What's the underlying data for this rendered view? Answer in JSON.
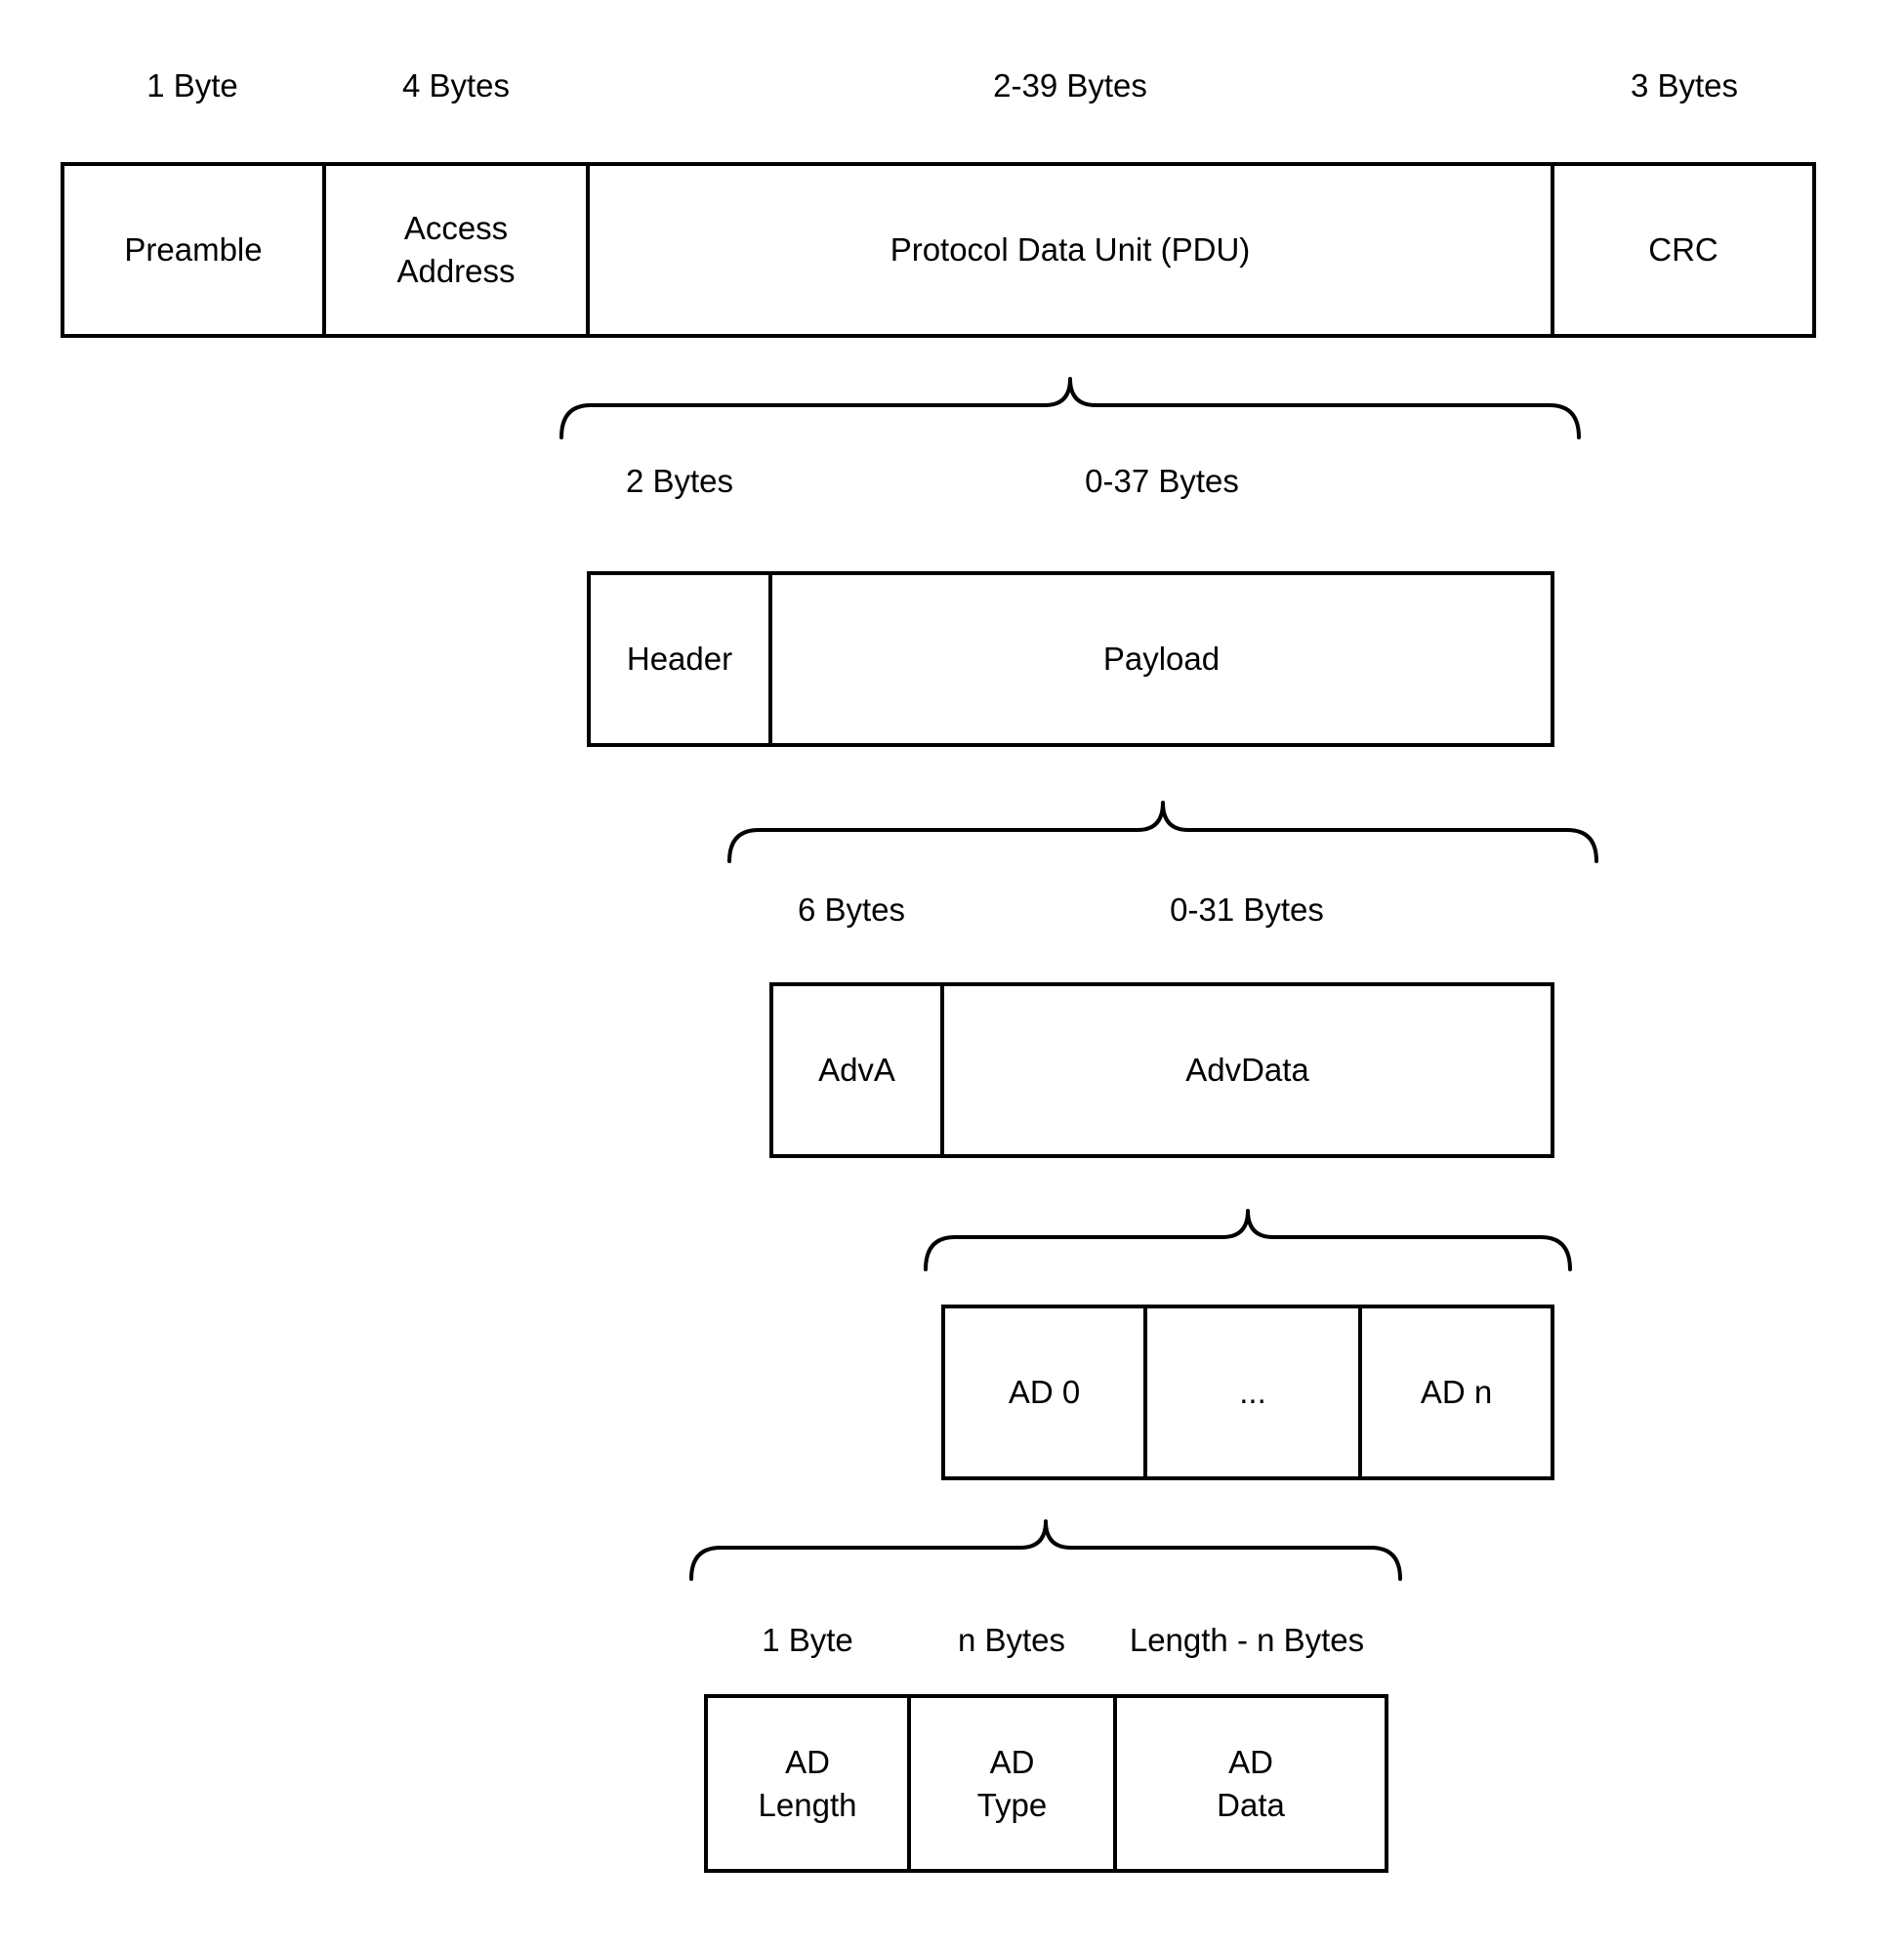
{
  "colors": {
    "stroke": "#000000",
    "background": "#ffffff"
  },
  "rows": [
    {
      "name": "packet",
      "sizes": [
        "1 Byte",
        "4 Bytes",
        "2-39 Bytes",
        "3 Bytes"
      ],
      "cells": [
        "Preamble",
        "Access\nAddress",
        "Protocol Data Unit (PDU)",
        "CRC"
      ]
    },
    {
      "name": "pdu",
      "sizes": [
        "2 Bytes",
        "0-37 Bytes"
      ],
      "cells": [
        "Header",
        "Payload"
      ]
    },
    {
      "name": "payload",
      "sizes": [
        "6 Bytes",
        "0-31 Bytes"
      ],
      "cells": [
        "AdvA",
        "AdvData"
      ]
    },
    {
      "name": "advdata",
      "sizes": [],
      "cells": [
        "AD 0",
        "...",
        "AD n"
      ]
    },
    {
      "name": "ad-structure",
      "sizes": [
        "1 Byte",
        "n Bytes",
        "Length - n Bytes"
      ],
      "cells": [
        "AD\nLength",
        "AD\nType",
        "AD\nData"
      ]
    }
  ]
}
